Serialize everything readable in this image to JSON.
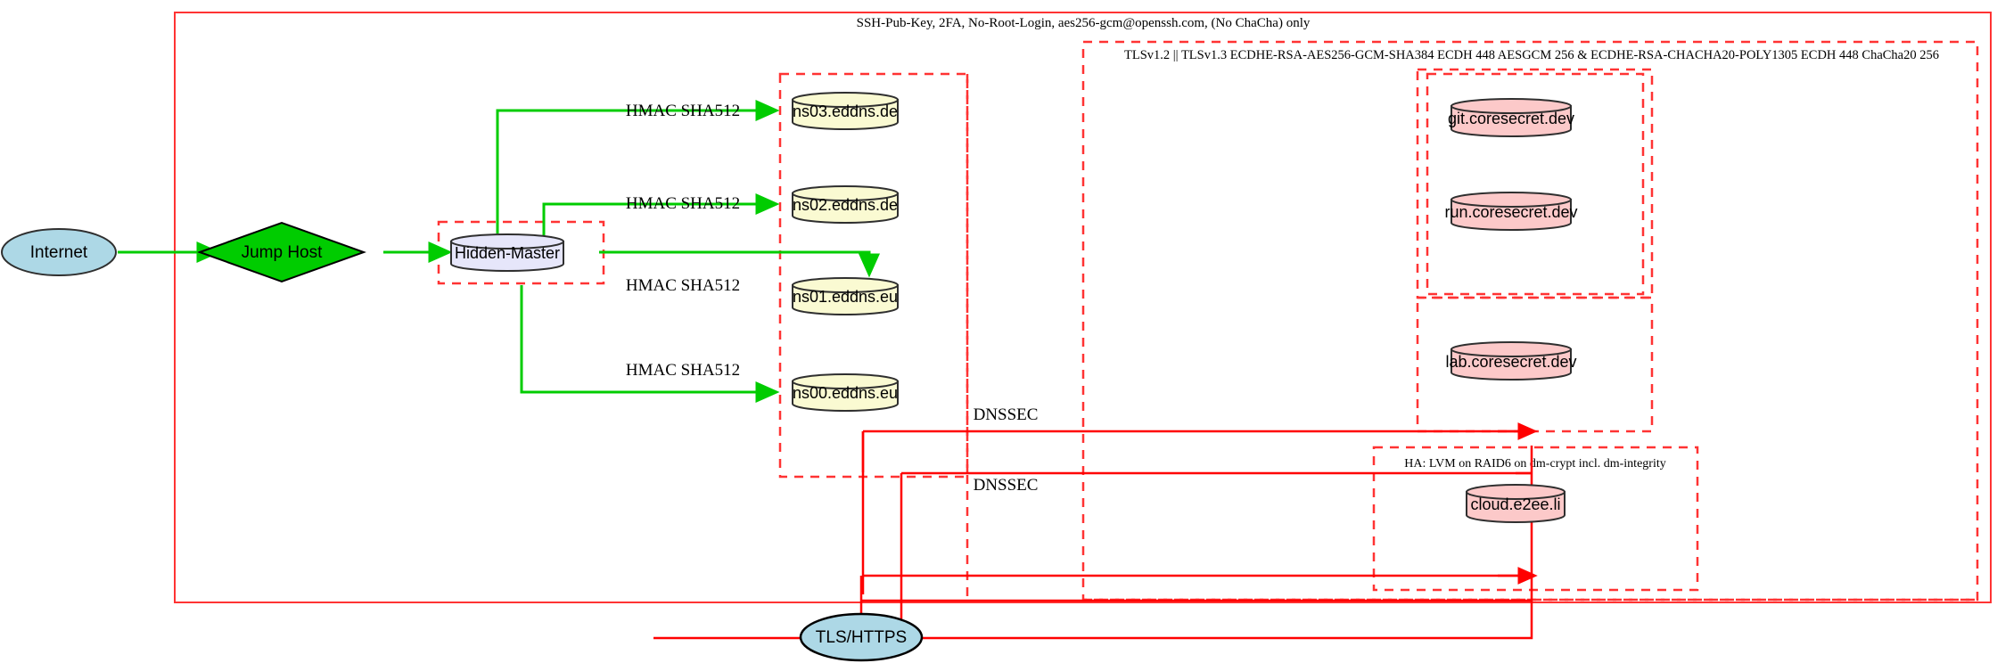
{
  "diagram": {
    "title_label": "SSH-Pub-Key, 2FA, No-Root-Login, aes256-gcm@openssh.com, (No ChaCha) only",
    "clusters": [
      {
        "id": "outer-ssh",
        "label": "SSH-Pub-Key, 2FA, No-Root-Login, aes256-gcm@openssh.com, (No ChaCha) only",
        "style": "solid",
        "color": "#ff0000"
      },
      {
        "id": "tls-cluster",
        "label": "TLSv1.2 || TLSv1.3 ECDHE-RSA-AES256-GCM-SHA384 ECDH 448 AESGCM 256 & ECDHE-RSA-CHACHA20-POLY1305 ECDH 448 ChaCha20 256",
        "style": "dashed",
        "color": "#ff0000"
      },
      {
        "id": "ha-cluster",
        "label": "HA: LVM on RAID6 on dm-crypt incl. dm-integrity",
        "style": "dashed",
        "color": "#ff0000"
      }
    ],
    "nodes": [
      {
        "id": "internet",
        "label": "Internet",
        "shape": "ellipse",
        "fill": "#add8e6"
      },
      {
        "id": "jump-host",
        "label": "Jump Host",
        "shape": "diamond",
        "fill": "#00cc00"
      },
      {
        "id": "hidden-master",
        "label": "Hidden-Master",
        "shape": "cylinder",
        "fill": "#e6e6fa"
      },
      {
        "id": "ns03",
        "label": "ns03.eddns.de",
        "shape": "cylinder",
        "fill": "#fafad2"
      },
      {
        "id": "ns02",
        "label": "ns02.eddns.de",
        "shape": "cylinder",
        "fill": "#fafad2"
      },
      {
        "id": "ns01",
        "label": "ns01.eddns.eu",
        "shape": "cylinder",
        "fill": "#fafad2"
      },
      {
        "id": "ns00",
        "label": "ns00.eddns.eu",
        "shape": "cylinder",
        "fill": "#fafad2"
      },
      {
        "id": "git",
        "label": "git.coresecret.dev",
        "shape": "cylinder",
        "fill": "#fcc9c9"
      },
      {
        "id": "run",
        "label": "run.coresecret.dev",
        "shape": "cylinder",
        "fill": "#fcc9c9"
      },
      {
        "id": "lab",
        "label": "lab.coresecret.dev",
        "shape": "cylinder",
        "fill": "#fcc9c9"
      },
      {
        "id": "cloud",
        "label": "cloud.e2ee.li",
        "shape": "cylinder",
        "fill": "#fcc9c9"
      },
      {
        "id": "tls-https",
        "label": "TLS/HTTPS",
        "shape": "ellipse",
        "fill": "#add8e6"
      }
    ],
    "edge_labels": {
      "hmac_ns03": "HMAC SHA512",
      "hmac_ns02": "HMAC SHA512",
      "hmac_ns01": "HMAC SHA512",
      "hmac_ns00": "HMAC SHA512",
      "dnssec_top": "DNSSEC",
      "dnssec_bottom": "DNSSEC"
    },
    "colors": {
      "edge_green": "#00cc00",
      "edge_red": "#ff0000",
      "cluster_red": "#ff3333",
      "node_stroke": "#2f2f2f"
    }
  }
}
